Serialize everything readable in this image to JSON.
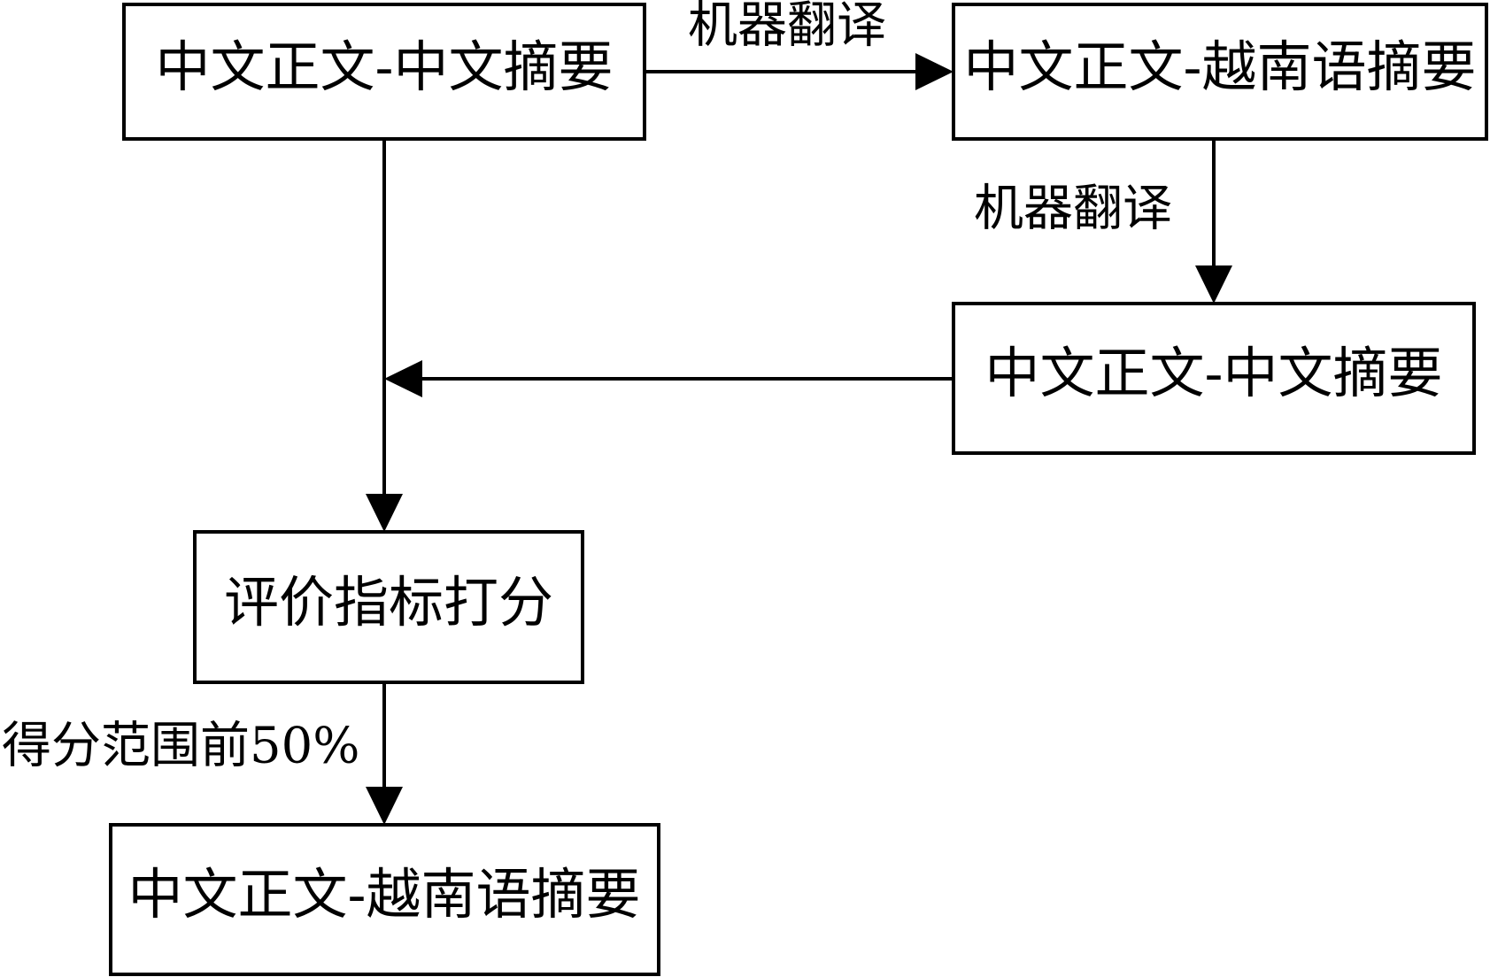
{
  "nodes": {
    "source": "中文正文-中文摘要",
    "translated": "中文正文-越南语摘要",
    "back_translated": "中文正文-中文摘要",
    "scoring": "评价指标打分",
    "result": "中文正文-越南语摘要"
  },
  "edges": {
    "forward_translation": "机器翻译",
    "back_translation": "机器翻译",
    "selection": "得分范围前50%"
  }
}
